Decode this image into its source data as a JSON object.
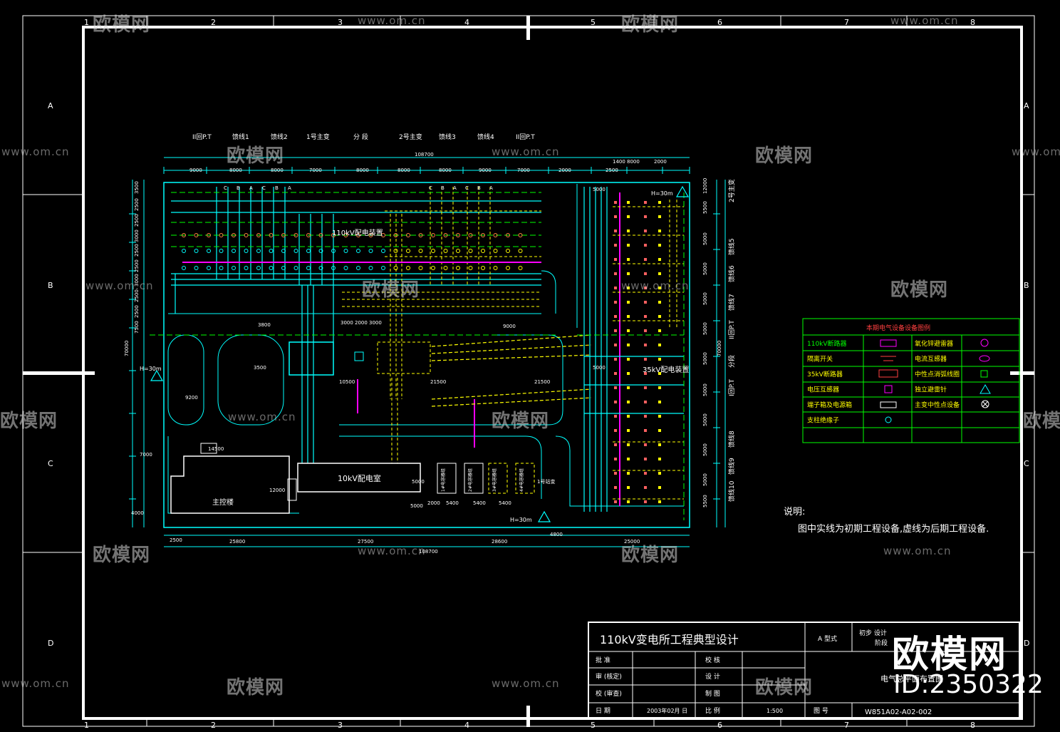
{
  "grid": {
    "columns": [
      "1",
      "2",
      "3",
      "4",
      "5",
      "6",
      "7",
      "8"
    ],
    "rows": [
      "A",
      "B",
      "C",
      "D"
    ]
  },
  "bay_labels": [
    "II回P.T",
    "馈线1",
    "馈线2",
    "1号主变",
    "分 段",
    "2号主变",
    "馈线3",
    "馈线4",
    "II回P.T"
  ],
  "right_bay_labels": [
    "2号主变",
    "馈线5",
    "馈线6",
    "馈线7",
    "II回P.T",
    "分段",
    "I回P.T",
    "馈线8",
    "馈线9",
    "馈线10"
  ],
  "phase_letters": [
    "C",
    "B",
    "A",
    "C",
    "B",
    "A"
  ],
  "dimensions": {
    "total_top": "108700",
    "total_bottom": "108700",
    "top_segments": [
      "9000",
      "8000",
      "8000",
      "7000",
      "8000",
      "8000",
      "8000",
      "9000",
      "7000",
      "2000",
      "2500"
    ],
    "top_right_segments": [
      "1400",
      "8000",
      "2000"
    ],
    "bottom_segments": [
      "25800",
      "27500",
      "28600",
      "25000"
    ],
    "left_segments": [
      "3500",
      "2500",
      "2500",
      "3000",
      "2500",
      "2500",
      "3000",
      "2500",
      "2500",
      "7500"
    ],
    "left_total": "70000",
    "right_total": "70000",
    "right_segments": [
      "12000",
      "5500",
      "5000",
      "5000",
      "5000",
      "5000",
      "5000",
      "5000",
      "5000",
      "5000",
      "5000",
      "5500"
    ],
    "misc": [
      "3000",
      "2000",
      "3000",
      "21500",
      "21500",
      "10500",
      "9200",
      "5000",
      "5000",
      "5000",
      "2000",
      "5400",
      "5400",
      "5400",
      "4800",
      "5000",
      "7000",
      "12000",
      "14500",
      "3500",
      "9000",
      "4000",
      "2500",
      "3800"
    ]
  },
  "areas": {
    "kv110": "110kV配电装置",
    "kv35": "35kV配电装置",
    "kv10": "10kV配电室",
    "control": "主控楼",
    "h30_left": "H=30m",
    "h30_top": "H=30m",
    "h30_bottom": "H=30m",
    "rooms": [
      "1#电容器组",
      "2#电容器组",
      "3#电容器组",
      "4#电容器组"
    ],
    "station_transformer": "1号站变"
  },
  "legend": {
    "title": "本期电气设备设备图例",
    "items": [
      [
        "110kV断路器",
        "氧化锌避雷器"
      ],
      [
        "隔离开关",
        "电流互感器"
      ],
      [
        "35kV断路器",
        "中性点消弧线圈"
      ],
      [
        "电压互感器",
        "独立避雷针"
      ],
      [
        "端子箱及电源箱",
        "主变中性点设备"
      ],
      [
        "支柱绝缘子",
        ""
      ]
    ]
  },
  "notes": {
    "heading": "说明:",
    "text": "图中实线为初期工程设备,虚线为后期工程设备."
  },
  "title_block": {
    "title": "110kV变电所工程典型设计",
    "type_label": "A 型式",
    "stage_label": "初步 设计",
    "stage_label2": "阶段",
    "rows_left": [
      "批 准",
      "审 (核定)",
      "校 (审查)",
      "日 期"
    ],
    "rows_mid": [
      "校 核",
      "设 计",
      "制 图",
      "比 例"
    ],
    "date": "2003年02月 日",
    "scale": "1:500",
    "drawing_name": "电气总平面布置图",
    "drawing_no_label": "图 号",
    "drawing_no": "W851A02-A02-002"
  },
  "watermark": {
    "brand": "欧模网",
    "url": "www.om.cn",
    "id": "ID:2350322"
  },
  "colors": {
    "frame": "#ffffff",
    "cyan": "#00ffff",
    "yellow": "#ffff00",
    "green": "#00ff00",
    "magenta": "#ff00ff",
    "red": "#ff4040"
  }
}
